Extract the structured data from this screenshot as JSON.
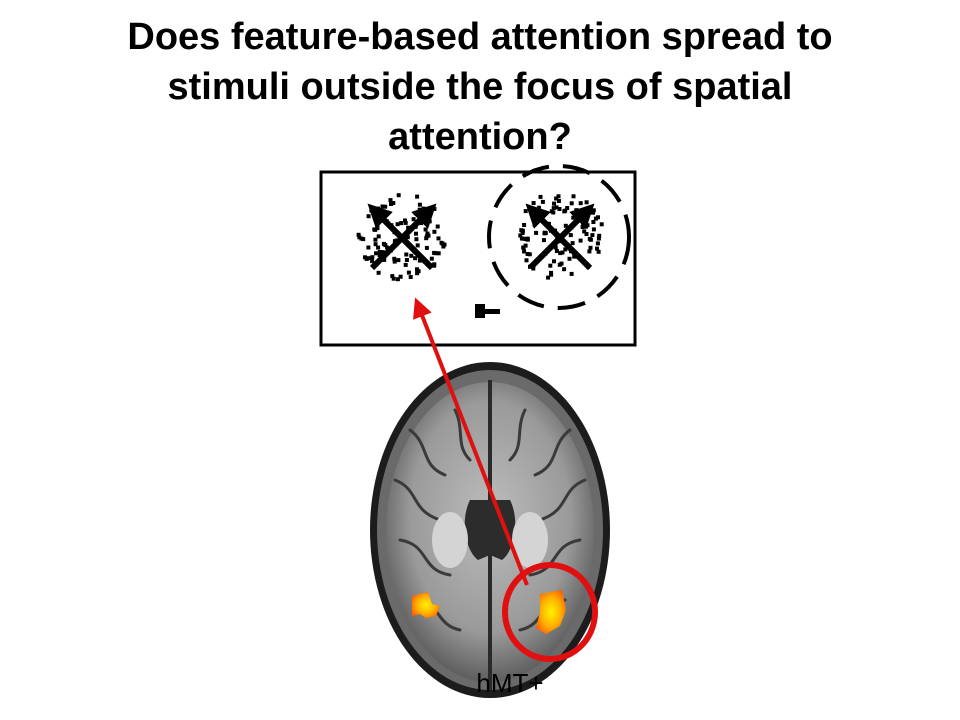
{
  "slide": {
    "title_lines": [
      "Does feature-based attention spread to",
      "stimuli outside the focus of spatial",
      "attention?"
    ]
  },
  "labels": {
    "region": "hMT+"
  },
  "colors": {
    "arrow": "#e01010",
    "highlight": "#e01010",
    "activation_core": "#ffd800",
    "activation_edge": "#ff6a00",
    "ink": "#000000"
  },
  "icons": {
    "motion_stimulus": "dot-field-with-crossed-arrows",
    "attention_focus": "dashed-circle",
    "fixation": "fixation-mark",
    "brain": "axial-brain-slice"
  }
}
